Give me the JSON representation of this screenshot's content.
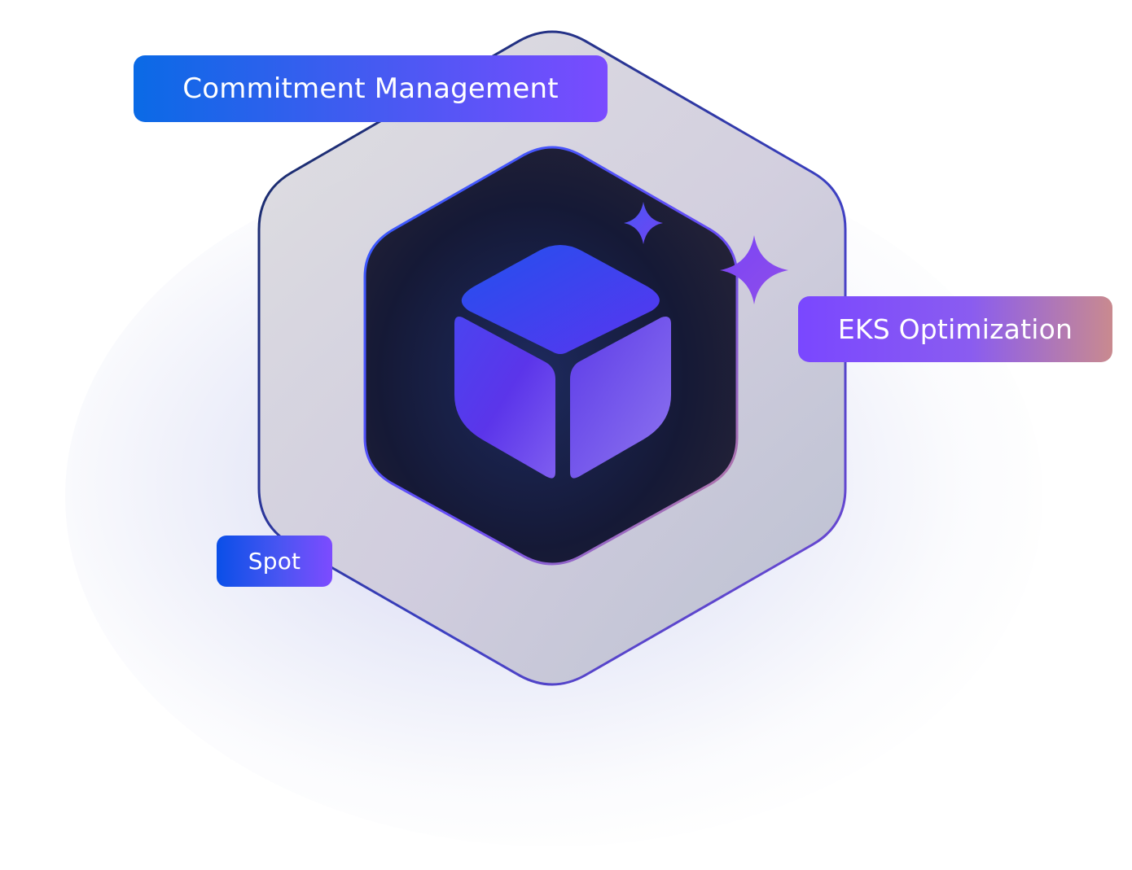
{
  "tags": {
    "commitment": "Commitment Management",
    "eks": "EKS Optimization",
    "spot": "Spot"
  },
  "icons": {
    "center": "cube-icon",
    "sparkle_small": "sparkle-icon",
    "sparkle_large": "sparkle-icon"
  },
  "colors": {
    "accent_blue": "#0a6ae6",
    "accent_purple": "#7a4bff",
    "inner_hex": "#161a35",
    "outer_hex_stroke": "#1e2f6e"
  }
}
